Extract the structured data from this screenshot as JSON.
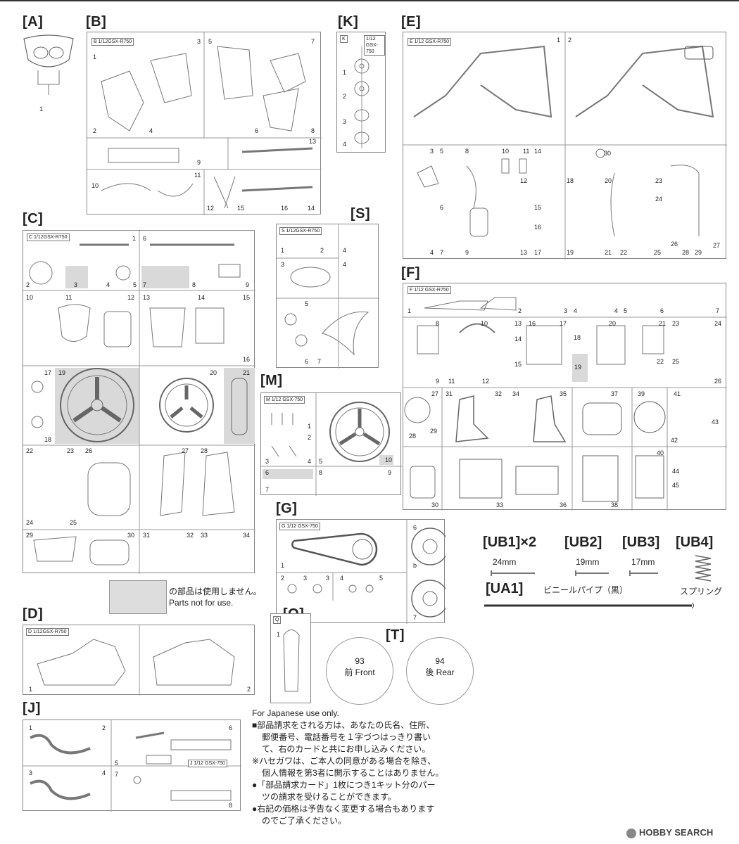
{
  "labels": {
    "A": "[A]",
    "B": "[B]",
    "C": "[C]",
    "D": "[D]",
    "E": "[E]",
    "F": "[F]",
    "G": "[G]",
    "J": "[J]",
    "K": "[K]",
    "M": "[M]",
    "Q": "[Q]",
    "S": "[S]",
    "T": "[T]"
  },
  "sprue_tags": {
    "B": "1/12GSX-R750",
    "C": "1/12GSX-R750",
    "D": "1/12GSX-R750",
    "E": "1/12 GSX-R750",
    "F": "1/12 GSX-R750",
    "G": "1/12 GSX-750",
    "J": "1/12 GSX-750",
    "K": "1/12 GSX-750",
    "M": "1/12 GSX-750",
    "S": "1/12GSX-R750"
  },
  "sprue_letters": {
    "B": "B",
    "C": "C",
    "D": "D",
    "E": "E",
    "F": "F",
    "G": "G",
    "J": "J",
    "K": "K",
    "M": "M",
    "Q": "Q",
    "S": "S"
  },
  "numbers": {
    "A": [
      "1"
    ],
    "B": [
      "1",
      "3",
      "5",
      "7",
      "2",
      "4",
      "6",
      "8",
      "9",
      "13",
      "10",
      "11",
      "12",
      "15",
      "16",
      "14"
    ],
    "K": [
      "1",
      "2",
      "3",
      "4"
    ],
    "E": [
      "1",
      "2",
      "3",
      "5",
      "8",
      "10",
      "11",
      "14",
      "30",
      "12",
      "18",
      "20",
      "23",
      "24",
      "6",
      "15",
      "16",
      "4",
      "7",
      "9",
      "13",
      "17",
      "19",
      "21",
      "22",
      "25",
      "26",
      "28",
      "29",
      "27"
    ],
    "C": [
      "1",
      "6",
      "2",
      "3",
      "4",
      "5",
      "7",
      "8",
      "9",
      "10",
      "11",
      "12",
      "13",
      "14",
      "15",
      "16",
      "17",
      "19",
      "20",
      "21",
      "18",
      "22",
      "23",
      "26",
      "27",
      "28",
      "24",
      "25",
      "29",
      "30",
      "31",
      "32",
      "33",
      "34"
    ],
    "S": [
      "1",
      "2",
      "4",
      "3",
      "4",
      "5",
      "6",
      "7"
    ],
    "F": [
      "1",
      "2",
      "3",
      "4",
      "4",
      "5",
      "6",
      "7",
      "8",
      "10",
      "13",
      "14",
      "15",
      "16",
      "17",
      "18",
      "19",
      "20",
      "21",
      "22",
      "23",
      "24",
      "25",
      "26",
      "9",
      "11",
      "12",
      "27",
      "29",
      "28",
      "30",
      "31",
      "32",
      "33",
      "34",
      "35",
      "36",
      "37",
      "38",
      "39",
      "40",
      "41",
      "42",
      "43",
      "44",
      "45"
    ],
    "M": [
      "1",
      "2",
      "3",
      "4",
      "5",
      "6",
      "7",
      "8",
      "9",
      "10"
    ],
    "G": [
      "1",
      "2",
      "3",
      "3",
      "4",
      "5",
      "6",
      "b",
      "7"
    ],
    "D": [
      "1",
      "2"
    ],
    "Q": [
      "1"
    ],
    "J": [
      "1",
      "2",
      "3",
      "4",
      "5",
      "6",
      "7",
      "8"
    ]
  },
  "ub": {
    "ub1": "[UB1]×2",
    "ub2": "[UB2]",
    "ub3": "[UB3]",
    "ub4": "[UB4]",
    "len1": "24mm",
    "len2": "19mm",
    "len3": "17mm",
    "ua1": "[UA1]",
    "vinyl": "ビニールパイプ（黒）",
    "spring": "スプリング"
  },
  "legend": {
    "jp": "の部品は使用しません。",
    "en": "Parts not for use."
  },
  "tires": {
    "front_num": "93",
    "front_label": "前 Front",
    "rear_num": "94",
    "rear_label": "後 Rear"
  },
  "notes": {
    "en": "For Japanese use only.",
    "l1": "■部品請求をされる方は、あなたの氏名、住所、",
    "l2": "郵便番号、電話番号を１字づつはっきり書い",
    "l3": "て、右のカードと共にお申し込みください。",
    "l4": "※ハセガワは、ご本人の同意がある場合を除き、",
    "l5": "個人情報を第3者に開示することはありません。",
    "l6": "●「部品請求カード」1枚につき1キット分のパー",
    "l7": "ツの請求を受けることができます。",
    "l8": "●右記の価格は予告なく変更する場合もあります",
    "l9": "のでご了承ください。"
  },
  "footer": "HOBBY SEARCH",
  "colors": {
    "line": "#888888",
    "gray": "#d9d9d9",
    "text": "#222222"
  }
}
